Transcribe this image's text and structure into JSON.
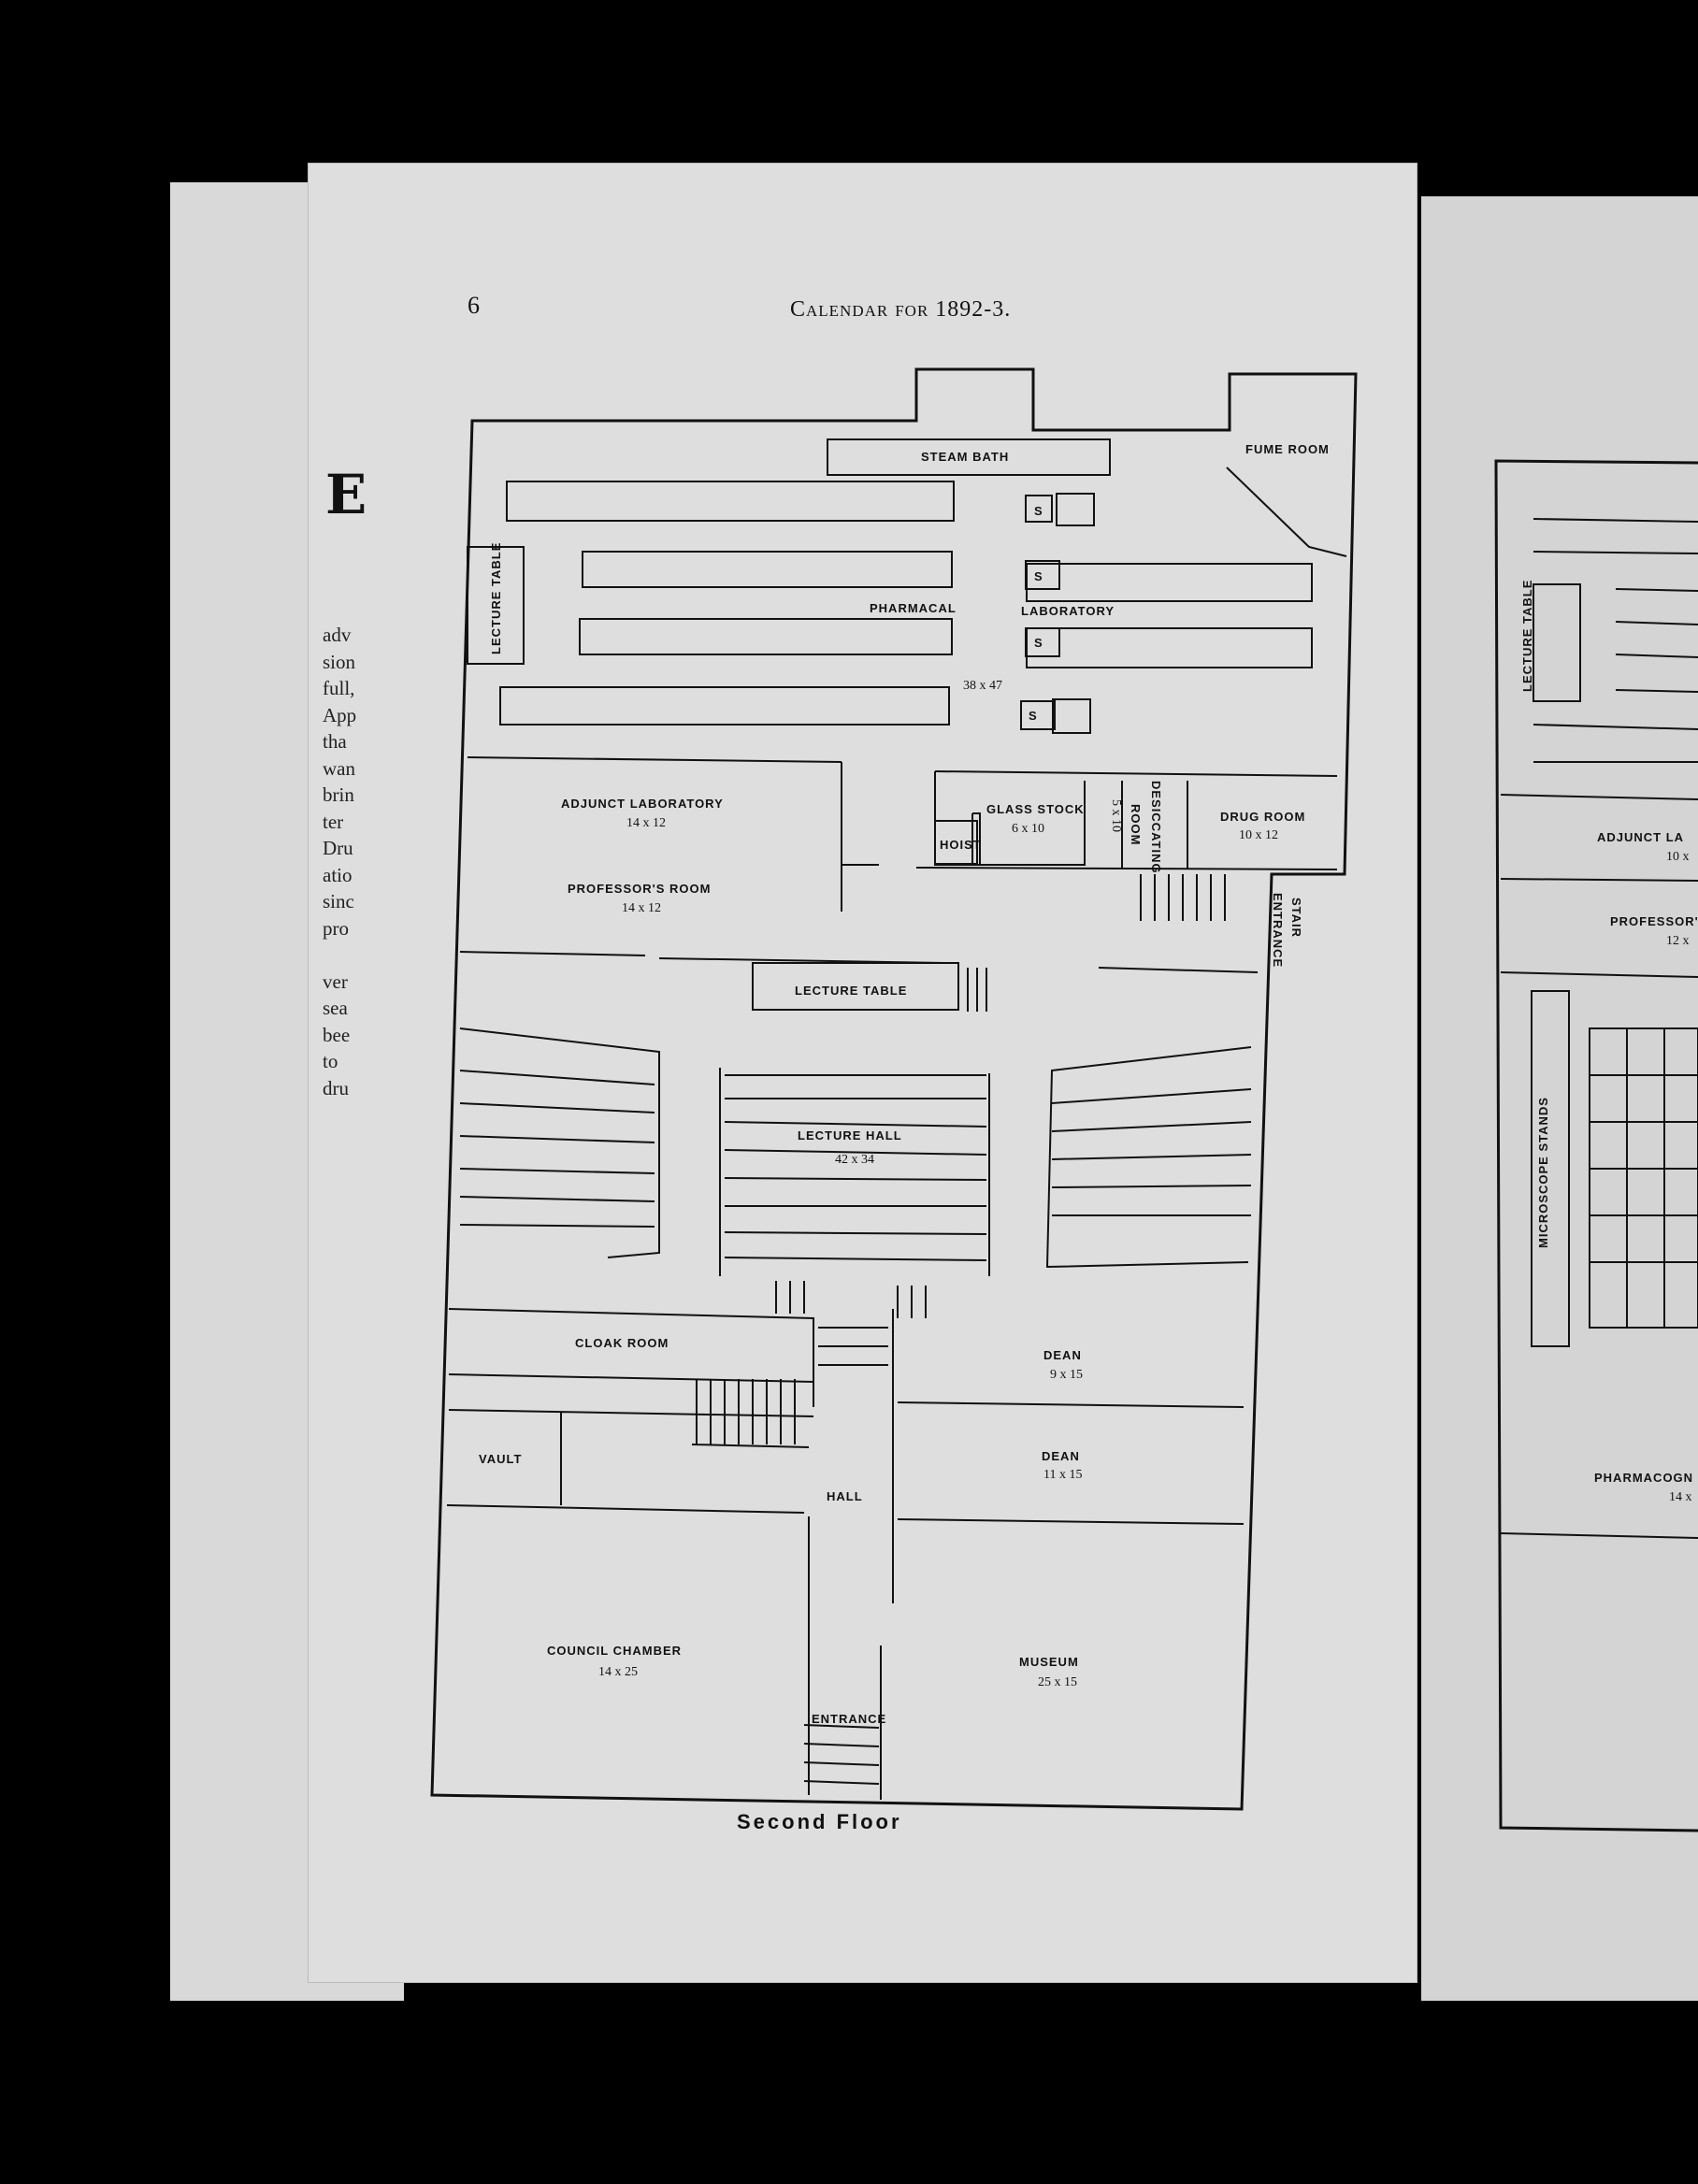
{
  "header": {
    "page_number": "6",
    "title": "Calendar for 1892-3."
  },
  "caption": "Second Floor",
  "back_page": {
    "initial": "E",
    "lines": [
      "adv",
      "sion",
      "full,",
      "App",
      "tha",
      "wan",
      "brin",
      "ter",
      "Dru",
      "atio",
      "sinc",
      "pro",
      "",
      "ver",
      "sea",
      "bee",
      "to",
      "dru"
    ]
  },
  "rooms": {
    "steam_bath": "STEAM BATH",
    "fume_room": "FUME ROOM",
    "lecture_table_side": "LECTURE TABLE",
    "pharmacal": "PHARMACAL",
    "laboratory": "LABORATORY",
    "lab_dims": "38 x 47",
    "sink": "S",
    "adjunct_lab": "ADJUNCT LABORATORY",
    "adjunct_dims": "14 x 12",
    "glass_stock": "GLASS STOCK",
    "glass_dims": "6 x 10",
    "hoist": "HOIST",
    "small_room_dims": "5 x 10",
    "room_word": "ROOM",
    "desiccating": "DESICCATING",
    "drug_room": "DRUG ROOM",
    "drug_dims": "10 x 12",
    "professors_room": "PROFESSOR'S ROOM",
    "professor_dims": "14 x 12",
    "entrance_stair_1": "ENTRANCE",
    "entrance_stair_2": "STAIR",
    "lecture_table": "LECTURE TABLE",
    "lecture_hall": "LECTURE HALL",
    "hall_dims": "42 x 34",
    "cloak_room": "CLOAK ROOM",
    "dean": "DEAN",
    "dean1_dims": "9 x 15",
    "dean2_dims": "11 x 15",
    "vault": "VAULT",
    "hall": "HALL",
    "council_chamber": "COUNCIL CHAMBER",
    "council_dims": "14 x 25",
    "museum": "MUSEUM",
    "museum_dims": "25 x 15",
    "entrance": "ENTRANCE"
  },
  "right_page": {
    "lecture_table": "LECTURE TABLE",
    "adjunct": "ADJUNCT LA",
    "adjunct_dims": "10 x",
    "professor": "PROFESSOR'",
    "professor_dims": "12 x",
    "microscope": "MICROSCOPE STANDS",
    "pharmacog": "PHARMACOGN",
    "pharmacog_dims": "14 x"
  }
}
